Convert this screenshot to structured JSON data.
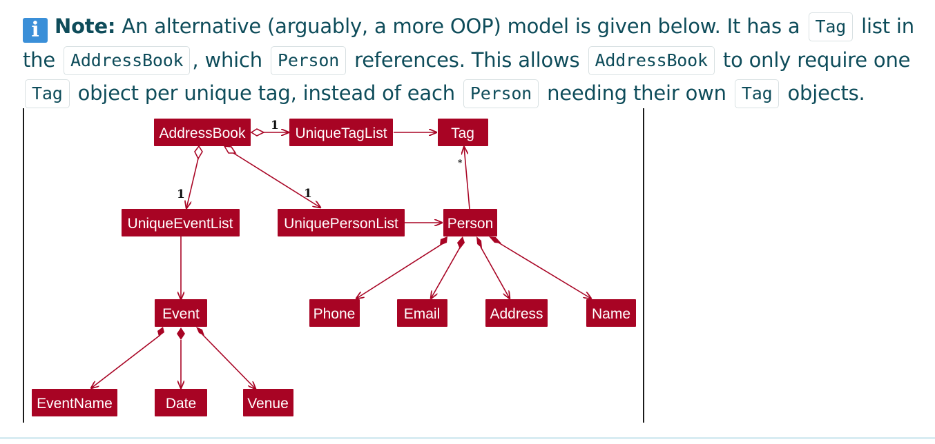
{
  "note": {
    "icon": "info-icon",
    "label": "Note:",
    "t1": "An alternative (arguably, a more OOP) model is given below. It has a",
    "c1": "Tag",
    "t2": "list in the",
    "c2": "AddressBook",
    "t3": ", which",
    "c3": "Person",
    "t4": "references. This allows",
    "c4": "AddressBook",
    "t5": "to only require one",
    "c5": "Tag",
    "t6": "object per unique tag, instead of each",
    "c6": "Person",
    "t7": "needing their own",
    "c7": "Tag",
    "t8": "objects."
  },
  "diagram": {
    "colors": {
      "node": "#a80424",
      "edge": "#a80424",
      "text": "#ffffff"
    },
    "nodes": {
      "addressbook": "AddressBook",
      "uniquetaglist": "UniqueTagList",
      "tag": "Tag",
      "uniqueeventlist": "UniqueEventList",
      "uniquepersonlist": "UniquePersonList",
      "person": "Person",
      "event": "Event",
      "phone": "Phone",
      "email": "Email",
      "address": "Address",
      "name": "Name",
      "eventname": "EventName",
      "date": "Date",
      "venue": "Venue"
    },
    "multiplicities": {
      "addressbook_uniquetaglist": "1",
      "addressbook_uniqueeventlist": "1",
      "addressbook_uniquepersonlist": "1",
      "person_tag": "*"
    }
  }
}
